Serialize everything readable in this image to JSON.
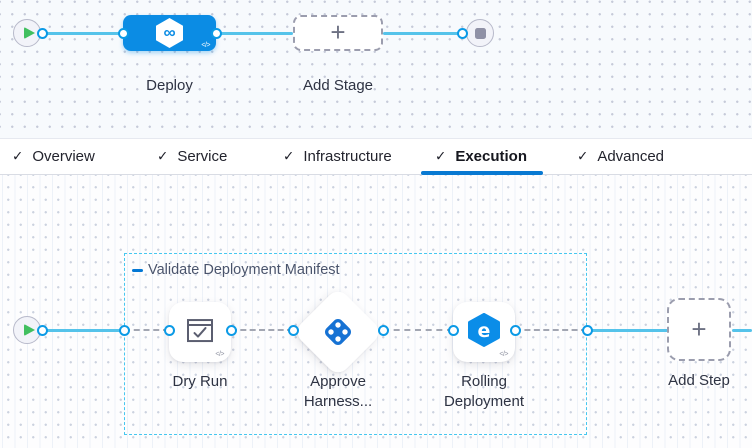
{
  "icons": {
    "check": "✓",
    "plus": "+",
    "infinity": "∞",
    "code": "</>",
    "rolling_glyph": "e"
  },
  "colors": {
    "stage_node_blue": "#0b8ce4",
    "primary_blue": "#0278d5",
    "connector_cyan": "#55c3ea",
    "dashed_connector_gray": "#a2a6b2",
    "group_border_cyan": "#46c7ef",
    "port_ring_blue": "#0b9ae6",
    "play_green": "#41bf5f",
    "stop_gray": "#8f91a6",
    "active_tab_underline": "#0879d2"
  },
  "stage_pipeline": {
    "stage_label": "Deploy",
    "add_stage_label": "Add Stage"
  },
  "tabs": [
    {
      "label": "Overview"
    },
    {
      "label": "Service"
    },
    {
      "label": "Infrastructure"
    },
    {
      "label": "Execution",
      "active": true
    },
    {
      "label": "Advanced"
    }
  ],
  "execution": {
    "group_label": "Validate Deployment Manifest",
    "steps": [
      {
        "label": "Dry Run",
        "icon": "dry-run-check-window"
      },
      {
        "label": "Approve Harness...",
        "icon": "harness-approval-diamond"
      },
      {
        "label": "Rolling Deployment",
        "icon": "rolling-deployment-hexagon"
      }
    ],
    "add_step_label": "Add Step"
  }
}
